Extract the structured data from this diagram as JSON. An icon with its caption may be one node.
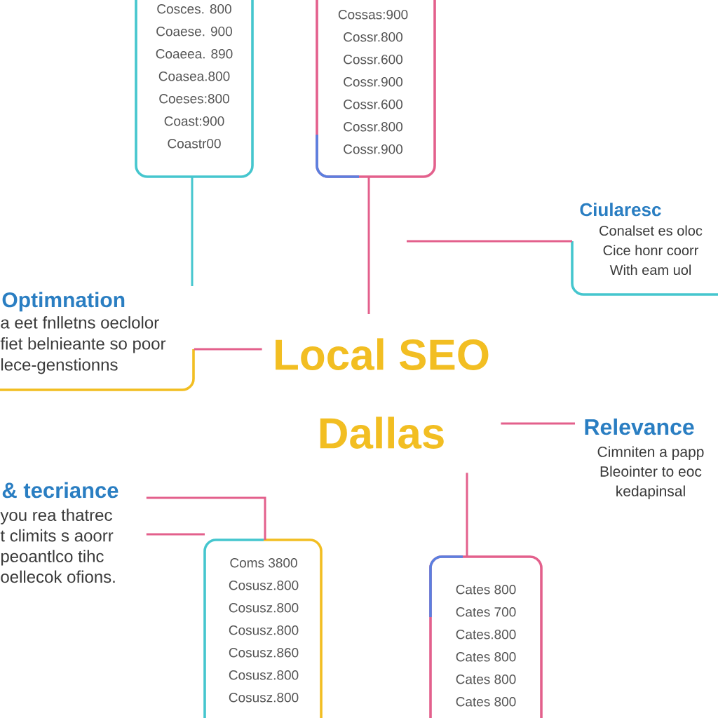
{
  "diagram": {
    "nodes": [
      {
        "text": [
          "Cosces. 800",
          "Coaese. 900",
          "Coaeea. 890",
          "Coasea.800",
          "Coeses:800",
          "Coast:900",
          "Coastr00"
        ]
      },
      {
        "text": [
          "Cossas:900",
          "Cossr.800",
          "Cossr.600",
          "Cossr.900",
          "Cossr.600",
          "Cossr.800",
          "Cossr.900"
        ]
      },
      {
        "text": [
          "Ciularesc",
          "Conalset es oloc Cice honr coorr With eam uol"
        ]
      },
      {
        "text": [
          "Optimnation",
          "a eet fnlletns oeclolor fiet belnieante so poor lece-genstionns"
        ]
      },
      {
        "text": [
          "Local SEO Dallas"
        ]
      },
      {
        "text": [
          "Relevance",
          "Cimniten a papp Bleointer to eoc kedapinsal"
        ]
      },
      {
        "text": [
          "& tecriance",
          "you rea thatrec t climits s aoorr peoantlco tihc oellecok ofions."
        ]
      },
      {
        "text": [
          "Coms 3800",
          "Cosusz.800",
          "Cosusz.800",
          "Cosusz.800",
          "Cosusz.860",
          "Cosusz.800",
          "Cosusz.800"
        ]
      },
      {
        "text": [
          "Cates 800",
          "Cates 700",
          "Cates.800",
          "Cates 800",
          "Cates 800",
          "Cates 800"
        ]
      }
    ],
    "edges": [
      {
        "from": 0,
        "to": 3,
        "arrow": "none",
        "color": "#45c6ce"
      },
      {
        "from": 1,
        "to": 4,
        "arrow": "none"
      },
      {
        "from": 4,
        "to": 3,
        "arrow": "none"
      },
      {
        "from": null,
        "to": 2,
        "arrow": "none"
      },
      {
        "from": 4,
        "to": 5,
        "arrow": "none"
      },
      {
        "from": 4,
        "to": 8,
        "arrow": "none"
      },
      {
        "from": 6,
        "to": 7,
        "arrow": "none"
      },
      {
        "from": 6,
        "to": 7,
        "arrow": "none"
      }
    ]
  }
}
